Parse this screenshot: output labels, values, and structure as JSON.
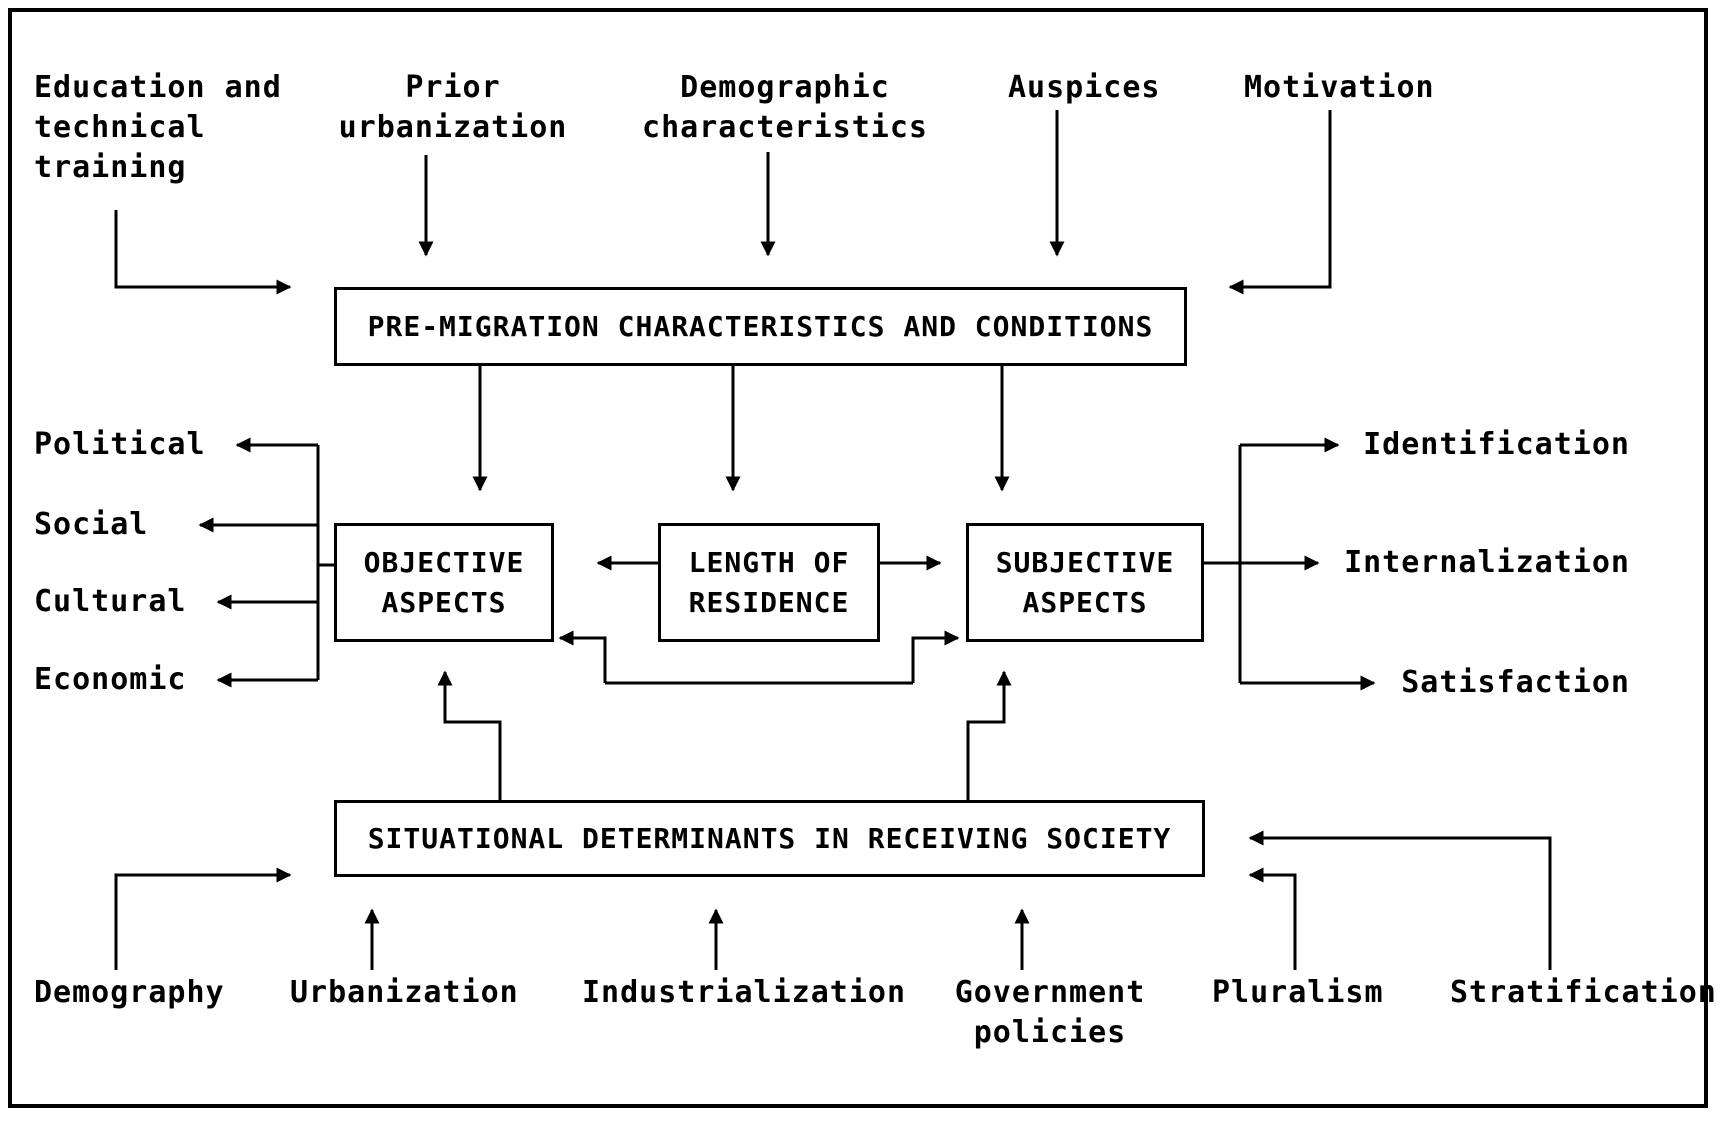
{
  "top_inputs": {
    "education": "Education and\ntechnical\ntraining",
    "prior_urbanization": "Prior\nurbanization",
    "demographic": "Demographic\ncharacteristics",
    "auspices": "Auspices",
    "motivation": "Motivation"
  },
  "boxes": {
    "pre_migration": "PRE-MIGRATION CHARACTERISTICS AND CONDITIONS",
    "objective": "OBJECTIVE\nASPECTS",
    "length": "LENGTH OF\nRESIDENCE",
    "subjective": "SUBJECTIVE\nASPECTS",
    "situational": "SITUATIONAL DETERMINANTS IN RECEIVING SOCIETY"
  },
  "left_outputs": {
    "political": "Political",
    "social": "Social",
    "cultural": "Cultural",
    "economic": "Economic"
  },
  "right_outputs": {
    "identification": "Identification",
    "internalization": "Internalization",
    "satisfaction": "Satisfaction"
  },
  "bottom_inputs": {
    "demography": "Demography",
    "urbanization": "Urbanization",
    "industrialization": "Industrialization",
    "government": "Government\npolicies",
    "pluralism": "Pluralism",
    "stratification": "Stratification"
  }
}
